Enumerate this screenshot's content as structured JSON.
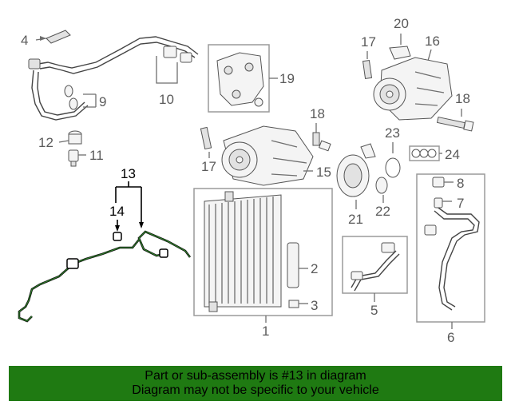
{
  "callouts": {
    "c1": "1",
    "c2": "2",
    "c3": "3",
    "c4": "4",
    "c5": "5",
    "c6": "6",
    "c7": "7",
    "c8": "8",
    "c9": "9",
    "c10": "10",
    "c11": "11",
    "c12": "12",
    "c13": "13",
    "c14": "14",
    "c15": "15",
    "c16": "16",
    "c17a": "17",
    "c17b": "17",
    "c18a": "18",
    "c18b": "18",
    "c19": "19",
    "c20": "20",
    "c21": "21",
    "c22": "22",
    "c23": "23",
    "c24": "24"
  },
  "highlight": {
    "part": "13",
    "color": "#1f7a12"
  },
  "banner": {
    "line1": "Part or sub-assembly is #13 in diagram",
    "line2": "Diagram may not be specific to your vehicle"
  }
}
